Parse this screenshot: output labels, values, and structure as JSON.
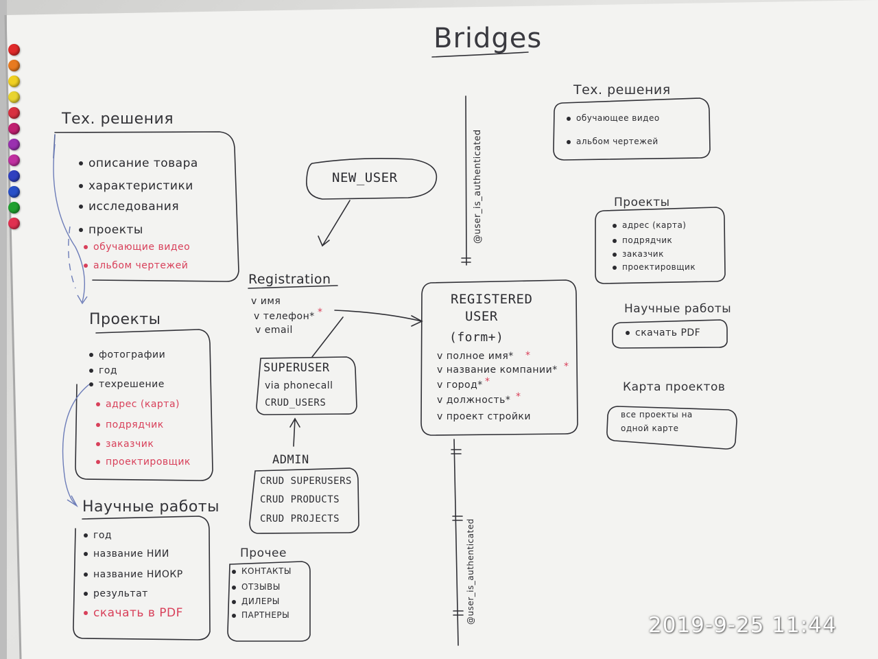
{
  "board": {
    "title": "Bridges"
  },
  "magnets": [
    {
      "color": "#e02a2a"
    },
    {
      "color": "#e87a20"
    },
    {
      "color": "#f0d020"
    },
    {
      "color": "#e8d430"
    },
    {
      "color": "#d83040"
    },
    {
      "color": "#c02070"
    },
    {
      "color": "#9a30b0"
    },
    {
      "color": "#c030a0"
    },
    {
      "color": "#3040c0"
    },
    {
      "color": "#2850c8"
    },
    {
      "color": "#20a030"
    },
    {
      "color": "#e03050"
    }
  ],
  "tech_left": {
    "title": "Тех. решения",
    "items": [
      "описание товара",
      "характеристики",
      "исследования",
      "проекты"
    ],
    "red_items": [
      "обучающие видео",
      "альбом чертежей"
    ]
  },
  "projects_left": {
    "title": "Проекты",
    "items": [
      "фотографии",
      "год",
      "техрешение"
    ],
    "red_items": [
      "адрес (карта)",
      "подрядчик",
      "заказчик",
      "проектировщик"
    ]
  },
  "science_left": {
    "title": "Научные работы",
    "items": [
      "год",
      "название НИИ",
      "название НИОКР",
      "результат"
    ],
    "red_items": [
      "скачать в PDF"
    ]
  },
  "other": {
    "title": "Прочее",
    "items": [
      "КОНТАКТЫ",
      "ОТЗЫВЫ",
      "ДИЛЕРЫ",
      "ПАРТНЕРЫ"
    ]
  },
  "new_user": {
    "label": "NEW_USER"
  },
  "registration": {
    "title": "Registration",
    "fields": [
      "имя",
      "телефон*",
      "email"
    ]
  },
  "superuser": {
    "title": "SUPERUSER",
    "lines": [
      "via phonecall",
      "CRUD_USERS"
    ]
  },
  "admin": {
    "title": "ADMIN",
    "lines": [
      "CRUD SUPERUSERS",
      "CRUD PRODUCTS",
      "CRUD PROJECTS"
    ]
  },
  "registered": {
    "title_line1": "REGISTERED",
    "title_line2": "USER",
    "subtitle": "(form+)",
    "fields": [
      "полное имя*",
      "название компании*",
      "город*",
      "должность*",
      "проект стройки"
    ]
  },
  "divider": {
    "top_label": "@user_is_authenticated",
    "bottom_label": "@user_is_authenticated"
  },
  "tech_right": {
    "title": "Тех. решения",
    "items": [
      "обучающее видео",
      "альбом чертежей"
    ]
  },
  "projects_right": {
    "title": "Проекты",
    "items": [
      "адрес (карта)",
      "подрядчик",
      "заказчик",
      "проектировщик"
    ]
  },
  "science_right": {
    "title": "Научные работы",
    "items": [
      "скачать PDF"
    ]
  },
  "map_projects": {
    "title": "Карта проектов",
    "text_line1": "все проекты на",
    "text_line2": "одной карте"
  },
  "timestamp": "2019-9-25 11:44",
  "colors": {
    "ink": "#2b2b30",
    "red_ink": "#d8405a",
    "board": "#f4f4f2"
  }
}
